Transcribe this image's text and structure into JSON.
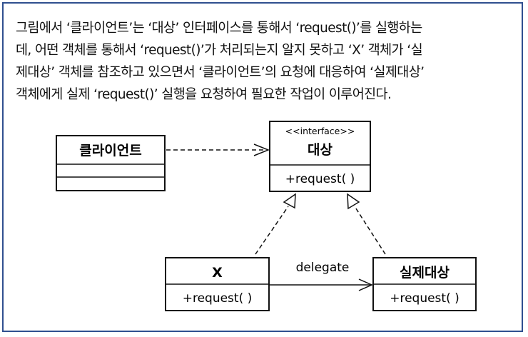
{
  "description": {
    "lines": [
      "그림에서 ‘클라이언트’는 ‘대상’ 인터페이스를 통해서 ‘request()’를 실행하는",
      "데, 어떤 객체를 통해서 ‘request()’가 처리되는지 알지 못하고 ‘X’ 객체가 ‘실",
      "제대상’ 객체를 참조하고 있으면서 ‘클라이언트’의 요청에 대응하여 ‘실제대상’",
      "객체에게 실제 ‘request()’ 실행을 요청하여 필요한 작업이 이루어진다."
    ]
  },
  "diagram": {
    "client": {
      "name": "클라이언트"
    },
    "subject": {
      "stereotype": "<<interface>>",
      "name": "대상",
      "operation": "+request( )"
    },
    "proxy": {
      "name": "X",
      "operation": "+request( )"
    },
    "real_subject": {
      "name": "실제대상",
      "operation": "+request( )"
    },
    "delegate_label": "delegate"
  },
  "colors": {
    "frame_border": "#2f4f8f",
    "line": "#111111"
  }
}
